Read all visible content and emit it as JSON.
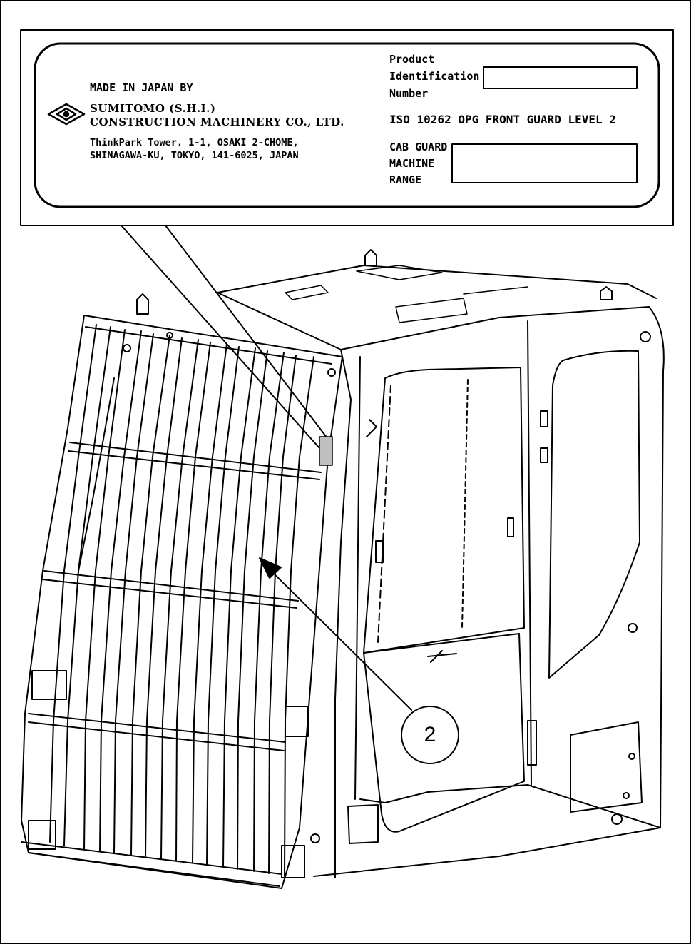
{
  "label": {
    "made_in": "MADE IN JAPAN BY",
    "maker_line1": "SUMITOMO (S.H.I.)",
    "maker_line2": "CONSTRUCTION MACHINERY CO., LTD.",
    "address_line1": "ThinkPark Tower. 1-1, OSAKI 2-CHOME,",
    "address_line2": "SHINAGAWA-KU, TOKYO, 141-6025, JAPAN",
    "pin_line1": "Product",
    "pin_line2": "Identification",
    "pin_line3": "Number",
    "iso_text": "ISO 10262 OPG FRONT GUARD LEVEL 2",
    "cab_line1": "CAB GUARD",
    "cab_line2": "MACHINE",
    "cab_line3": "RANGE"
  },
  "callout": {
    "number": "2"
  },
  "icons": {
    "logo": "sumitomo-diamond-logo-icon"
  }
}
